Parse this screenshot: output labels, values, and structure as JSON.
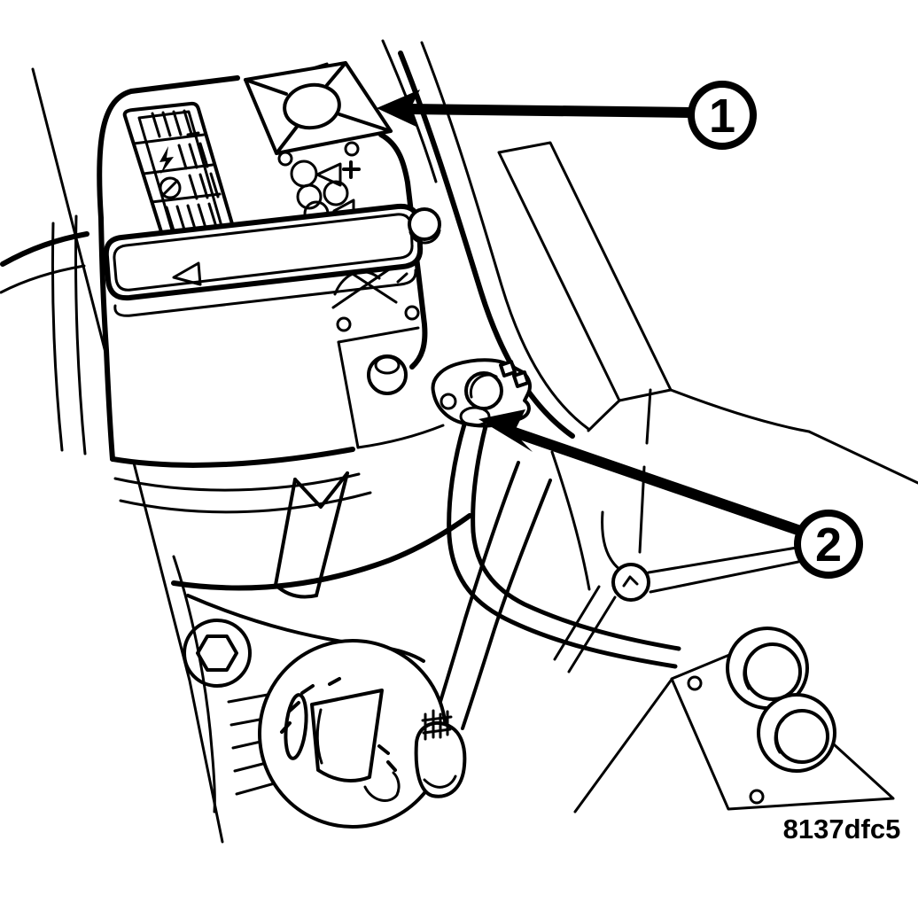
{
  "figure": {
    "code": "8137dfc5"
  },
  "colors": {
    "line": "#000000",
    "background": "#ffffff"
  },
  "callouts": [
    {
      "number": "1",
      "target": "battery-vent-cover"
    },
    {
      "number": "2",
      "target": "battery-cable-terminal-clamp"
    }
  ],
  "icons": [
    "vent-cover-x-icon",
    "lightning-bolt-icon",
    "no-smoking-icon",
    "polarity-plus-icon",
    "triangle-marker-icon",
    "crossed-flame-icon",
    "washer-wiper-icon",
    "hex-bolt-icon"
  ]
}
